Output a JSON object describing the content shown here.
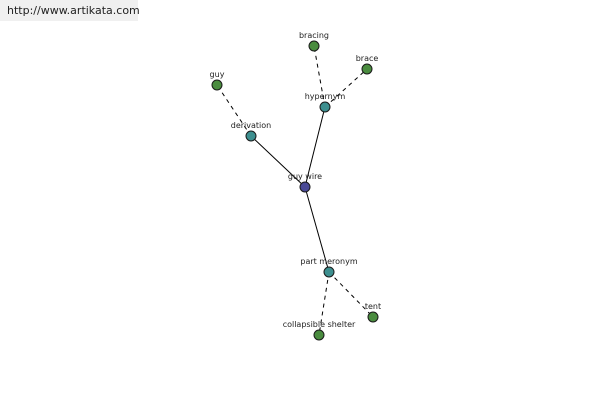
{
  "watermark": "http://www.artikata.com",
  "colors": {
    "root": "#4a4a96",
    "relation": "#3d8f8f",
    "leaf": "#4a8c3f"
  },
  "nodes": [
    {
      "id": "guy-wire",
      "label": "guy wire",
      "kind": "root"
    },
    {
      "id": "hypernym",
      "label": "hypernym",
      "kind": "relation"
    },
    {
      "id": "derivation",
      "label": "derivation",
      "kind": "relation"
    },
    {
      "id": "part-meronym",
      "label": "part meronym",
      "kind": "relation"
    },
    {
      "id": "bracing",
      "label": "bracing",
      "kind": "leaf"
    },
    {
      "id": "brace",
      "label": "brace",
      "kind": "leaf"
    },
    {
      "id": "guy",
      "label": "guy",
      "kind": "leaf"
    },
    {
      "id": "collapsible-shelter",
      "label": "collapsible shelter",
      "kind": "leaf"
    },
    {
      "id": "tent",
      "label": "tent",
      "kind": "leaf"
    }
  ],
  "edges": [
    {
      "from": "guy-wire",
      "to": "hypernym",
      "style": "solid"
    },
    {
      "from": "guy-wire",
      "to": "derivation",
      "style": "solid"
    },
    {
      "from": "guy-wire",
      "to": "part-meronym",
      "style": "solid"
    },
    {
      "from": "hypernym",
      "to": "bracing",
      "style": "dashed"
    },
    {
      "from": "hypernym",
      "to": "brace",
      "style": "dashed"
    },
    {
      "from": "derivation",
      "to": "guy",
      "style": "dashed"
    },
    {
      "from": "part-meronym",
      "to": "collapsible-shelter",
      "style": "dashed"
    },
    {
      "from": "part-meronym",
      "to": "tent",
      "style": "dashed"
    }
  ]
}
